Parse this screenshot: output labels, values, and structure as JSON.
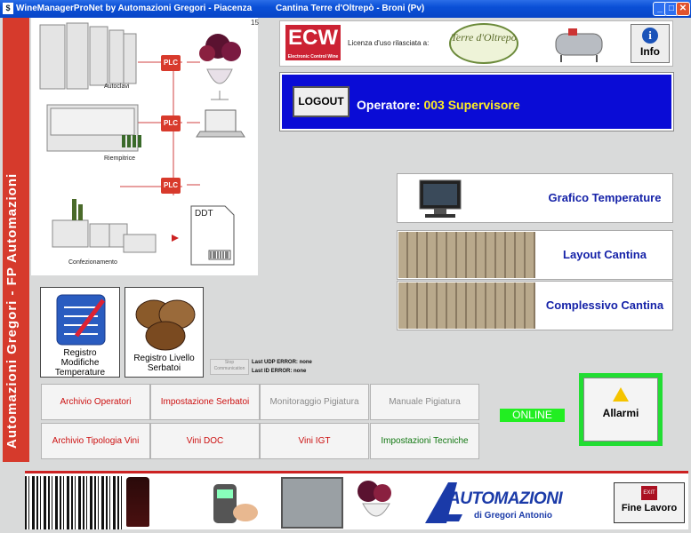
{
  "window": {
    "title_left": "WineManagerProNet by Automazioni Gregori - Piacenza",
    "title_center": "Cantina Terre d'Oltrepò - Broni (Pv)",
    "minimize": "_",
    "maximize": "□",
    "close": "✕"
  },
  "sidebar": {
    "vertical_text": "Automazioni Gregori - FP Automazioni"
  },
  "diagram": {
    "page_number": "15",
    "plc_label": "PLC",
    "autoclavi": "Autoclavi",
    "riempitrice": "Riempitrice",
    "confezionamento": "Confezionamento",
    "ddt": "DDT"
  },
  "header": {
    "ecw_logo": "ECW",
    "ecw_sub": "Electronic Control Wine",
    "license_text": "Licenza d'uso rilasciata a:",
    "terre_logo": "Terre d'Oltrepò",
    "info_label": "Info"
  },
  "operator": {
    "logout_label": "LOGOUT",
    "operator_prefix": "Operatore:",
    "operator_value": "003 Supervisore"
  },
  "big_buttons": {
    "grafico": "Grafico Temperature",
    "layout": "Layout Cantina",
    "complessivo": "Complessivo Cantina"
  },
  "registers": {
    "modifiche_line1": "Registro",
    "modifiche_line2": "Modifiche",
    "modifiche_line3": "Temperature",
    "livello_line1": "Registro Livello",
    "livello_line2": "Serbatoi"
  },
  "comm": {
    "stop_line1": "Stop",
    "stop_line2": "Communication",
    "udp_error": "Last UDP ERROR: none",
    "id_error": "Last ID ERROR: none"
  },
  "menu": {
    "row1": [
      "Archivio Operatori",
      "Impostazione Serbatoi",
      "Monitoraggio Pigiatura",
      "Manuale Pigiatura"
    ],
    "row2": [
      "Archivio Tipologia Vini",
      "Vini DOC",
      "Vini IGT",
      "Impostazioni Tecniche"
    ]
  },
  "status": {
    "online": "ONLINE",
    "allarmi": "Allarmi"
  },
  "footer": {
    "automazioni_big": "AUTOMAZIONI",
    "automazioni_small": "di Gregori Antonio",
    "exit_icon": "EXIT",
    "fine_lavoro": "Fine Lavoro"
  },
  "colors": {
    "operator_bar": "#0a0cd6",
    "menu_red": "#cc1111",
    "menu_green": "#117711",
    "online_green": "#22ee22",
    "accent_red": "#d63a2c"
  }
}
